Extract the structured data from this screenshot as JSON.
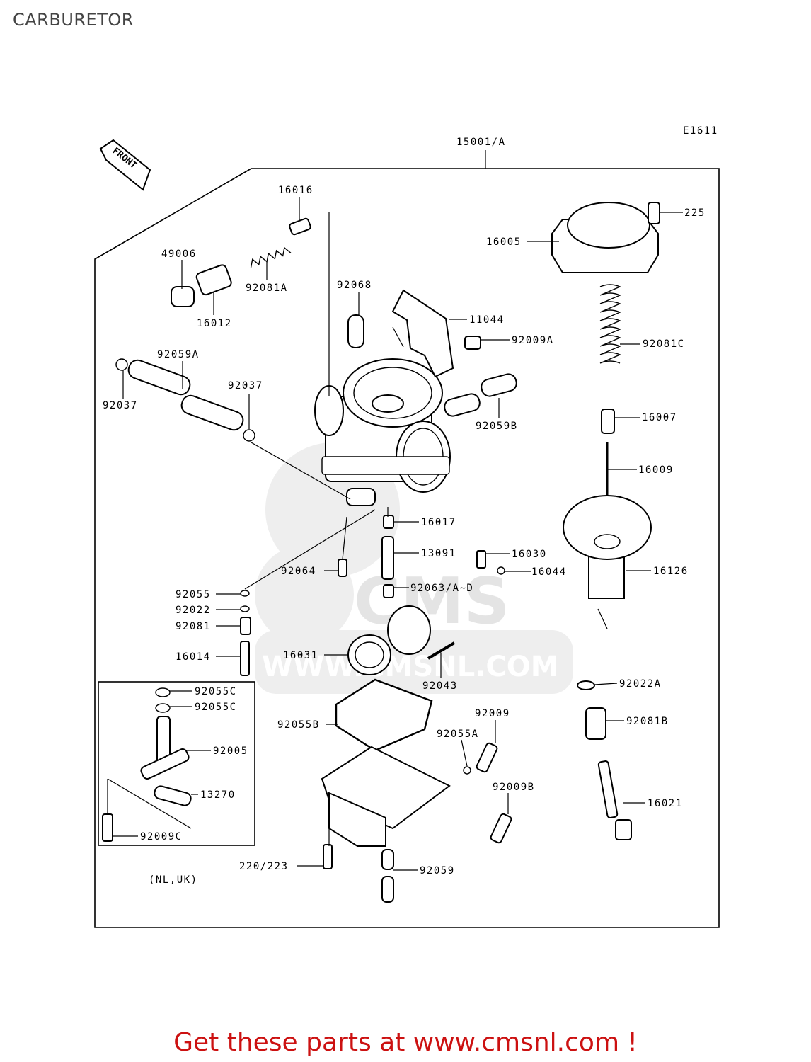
{
  "page_title": "CARBURETOR",
  "call_to_action": "Get these parts at www.cmsnl.com !",
  "colors": {
    "cta": "#cc1111",
    "title": "#444444",
    "watermark": "#eeeeee"
  },
  "diagram": {
    "code": "E1611",
    "front_marker": "FRONT",
    "assembly_label": "15001/A",
    "inset_region_label": "(NL,UK)",
    "watermark": {
      "brand": "CMS",
      "url": "WWW.CMSNL.COM"
    },
    "callouts": [
      "16016",
      "49006",
      "92081A",
      "16012",
      "92068",
      "11044",
      "92009A",
      "92059A",
      "92037",
      "92037",
      "92059B",
      "225",
      "16005",
      "92081C",
      "16007",
      "16009",
      "16017",
      "13091",
      "16030",
      "16044",
      "16126",
      "92064",
      "92063/A~D",
      "92055",
      "92022",
      "92081",
      "16014",
      "16031",
      "92043",
      "92055C",
      "92055C",
      "92005",
      "13270",
      "92009C",
      "92055B",
      "92009",
      "92055A",
      "92009B",
      "220/223",
      "92059",
      "92022A",
      "92081B",
      "16021"
    ]
  }
}
